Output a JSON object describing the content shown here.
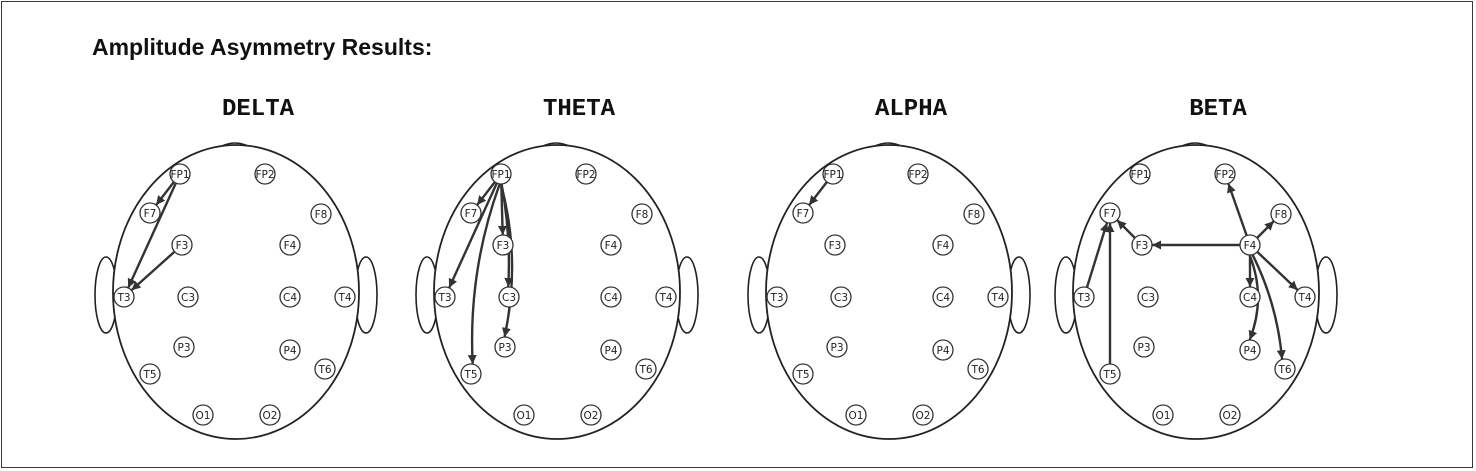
{
  "title": "Amplitude Asymmetry Results:",
  "electrodes": [
    "FP1",
    "FP2",
    "F7",
    "F3",
    "F4",
    "F8",
    "T3",
    "C3",
    "C4",
    "T4",
    "P3",
    "P4",
    "T5",
    "T6",
    "O1",
    "O2"
  ],
  "panels": [
    {
      "band": "DELTA",
      "arrows": [
        {
          "from": "FP1",
          "to": "F7"
        },
        {
          "from": "FP1",
          "to": "T3"
        },
        {
          "from": "F3",
          "to": "T3"
        }
      ]
    },
    {
      "band": "THETA",
      "arrows": [
        {
          "from": "FP1",
          "to": "F7"
        },
        {
          "from": "FP1",
          "to": "F3"
        },
        {
          "from": "FP1",
          "to": "C3"
        },
        {
          "from": "FP1",
          "to": "T3"
        },
        {
          "from": "FP1",
          "to": "P3"
        },
        {
          "from": "FP1",
          "to": "T5"
        }
      ]
    },
    {
      "band": "ALPHA",
      "arrows": [
        {
          "from": "FP1",
          "to": "F7"
        }
      ]
    },
    {
      "band": "BETA",
      "arrows": [
        {
          "from": "F4",
          "to": "FP2"
        },
        {
          "from": "F4",
          "to": "F8"
        },
        {
          "from": "F4",
          "to": "F3"
        },
        {
          "from": "F4",
          "to": "C4"
        },
        {
          "from": "F4",
          "to": "T4"
        },
        {
          "from": "F4",
          "to": "P4"
        },
        {
          "from": "F4",
          "to": "T6"
        },
        {
          "from": "F3",
          "to": "F7"
        },
        {
          "from": "T3",
          "to": "F7"
        },
        {
          "from": "T5",
          "to": "F7"
        }
      ]
    }
  ]
}
